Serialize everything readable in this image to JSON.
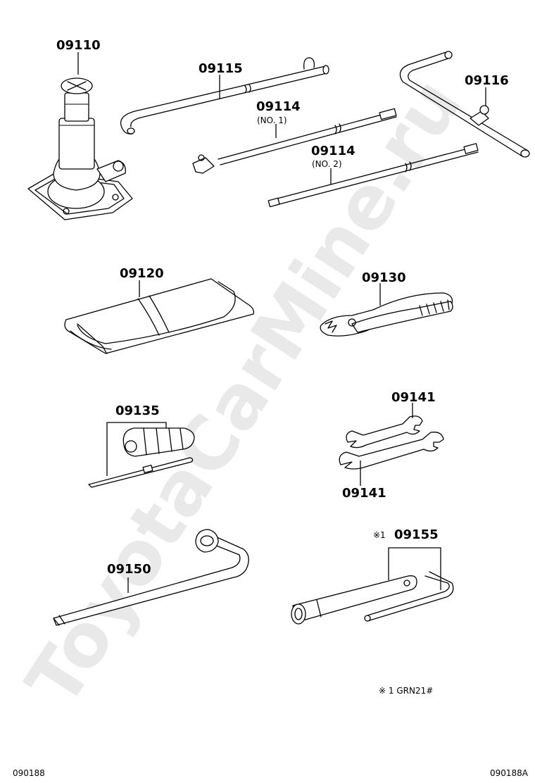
{
  "watermark": "ToyotaCarMine.ru",
  "parts": {
    "jack": "09110",
    "jack_handle": "09115",
    "handle_ext_no1": "09114",
    "handle_ext_no1_sub": "(NO. 1)",
    "handle_ext_no2": "09114",
    "handle_ext_no2_sub": "(NO. 2)",
    "crank": "09116",
    "tool_bag": "09120",
    "pliers": "09130",
    "screwdriver": "09135",
    "wrench_upper": "09141",
    "wrench_lower": "09141",
    "wheel_wrench": "09150",
    "plug_wrench": "09155",
    "plug_wrench_mark": "※1"
  },
  "footnote": "※ 1  GRN21#",
  "footer": {
    "left": "090188",
    "right": "090188A"
  }
}
